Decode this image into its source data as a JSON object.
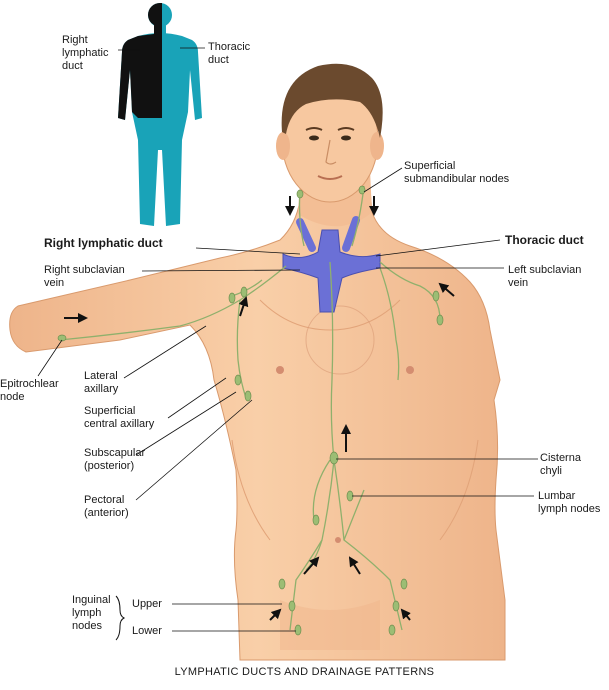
{
  "caption": "LYMPHATIC DUCTS AND DRAINAGE PATTERNS",
  "colors": {
    "skin": "#f6c49a",
    "skin_shadow": "#e8a97c",
    "hair": "#6b4a2e",
    "duct": "#6b70d6",
    "vessel": "#8fb06c",
    "inset_teal": "#19a3b8",
    "inset_black": "#111111"
  },
  "inset": {
    "right_label": [
      "Right",
      "lymphatic",
      "duct"
    ],
    "left_label": [
      "Thoracic",
      "duct"
    ]
  },
  "labels": {
    "superficial_submandibular": [
      "Superficial",
      "submandibular nodes"
    ],
    "right_lymphatic_duct": "Right lymphatic duct",
    "thoracic_duct": "Thoracic duct",
    "right_subclavian_vein": [
      "Right subclavian",
      "vein"
    ],
    "left_subclavian_vein": [
      "Left subclavian",
      "vein"
    ],
    "epitrochlear_node": [
      "Epitrochlear",
      "node"
    ],
    "lateral_axillary": [
      "Lateral",
      "axillary"
    ],
    "superficial_central_axillary": [
      "Superficial",
      "central axillary"
    ],
    "subscapular": [
      "Subscapular",
      "(posterior)"
    ],
    "pectoral": [
      "Pectoral",
      "(anterior)"
    ],
    "cisterna_chyli": [
      "Cisterna",
      "chyli"
    ],
    "lumbar_lymph_nodes": [
      "Lumbar",
      "lymph nodes"
    ],
    "inguinal_lymph_nodes": [
      "Inguinal",
      "lymph",
      "nodes"
    ],
    "upper": "Upper",
    "lower": "Lower"
  }
}
